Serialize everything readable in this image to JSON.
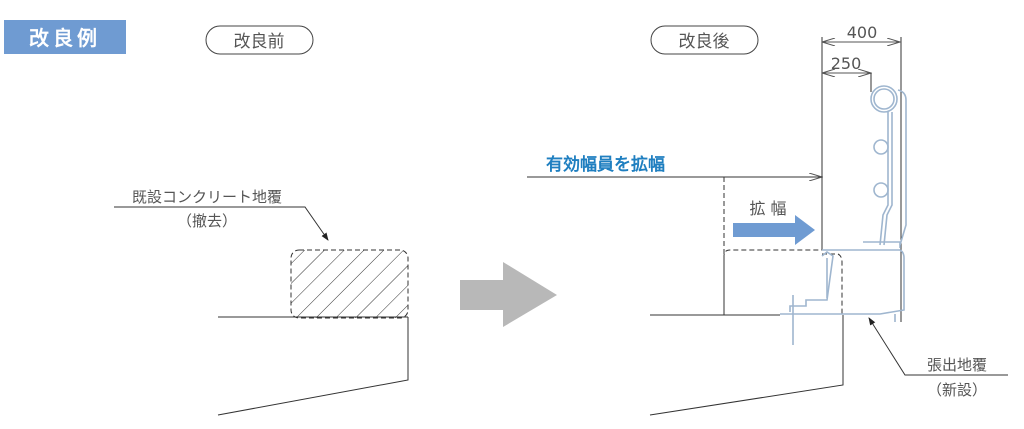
{
  "badge": {
    "label": "改良例",
    "color": "#6f9bd2"
  },
  "before": {
    "title": "改良前",
    "label_line1": "既設コンクリート地覆",
    "label_line2": "（撤去）"
  },
  "after": {
    "title": "改良後",
    "widen_effective_label": "有効幅員を拡幅",
    "widen_label": "拡 幅",
    "dimension_outer": "400",
    "dimension_inner": "250",
    "new_label_line1": "張出地覆",
    "new_label_line2": "（新設）"
  },
  "colors": {
    "accent_blue": "#1f7fc0",
    "arrow_blue": "#6f9bd2",
    "rail_blue": "#9fb6cf",
    "line": "#333333",
    "gray_arrow": "#b8b8b8"
  }
}
